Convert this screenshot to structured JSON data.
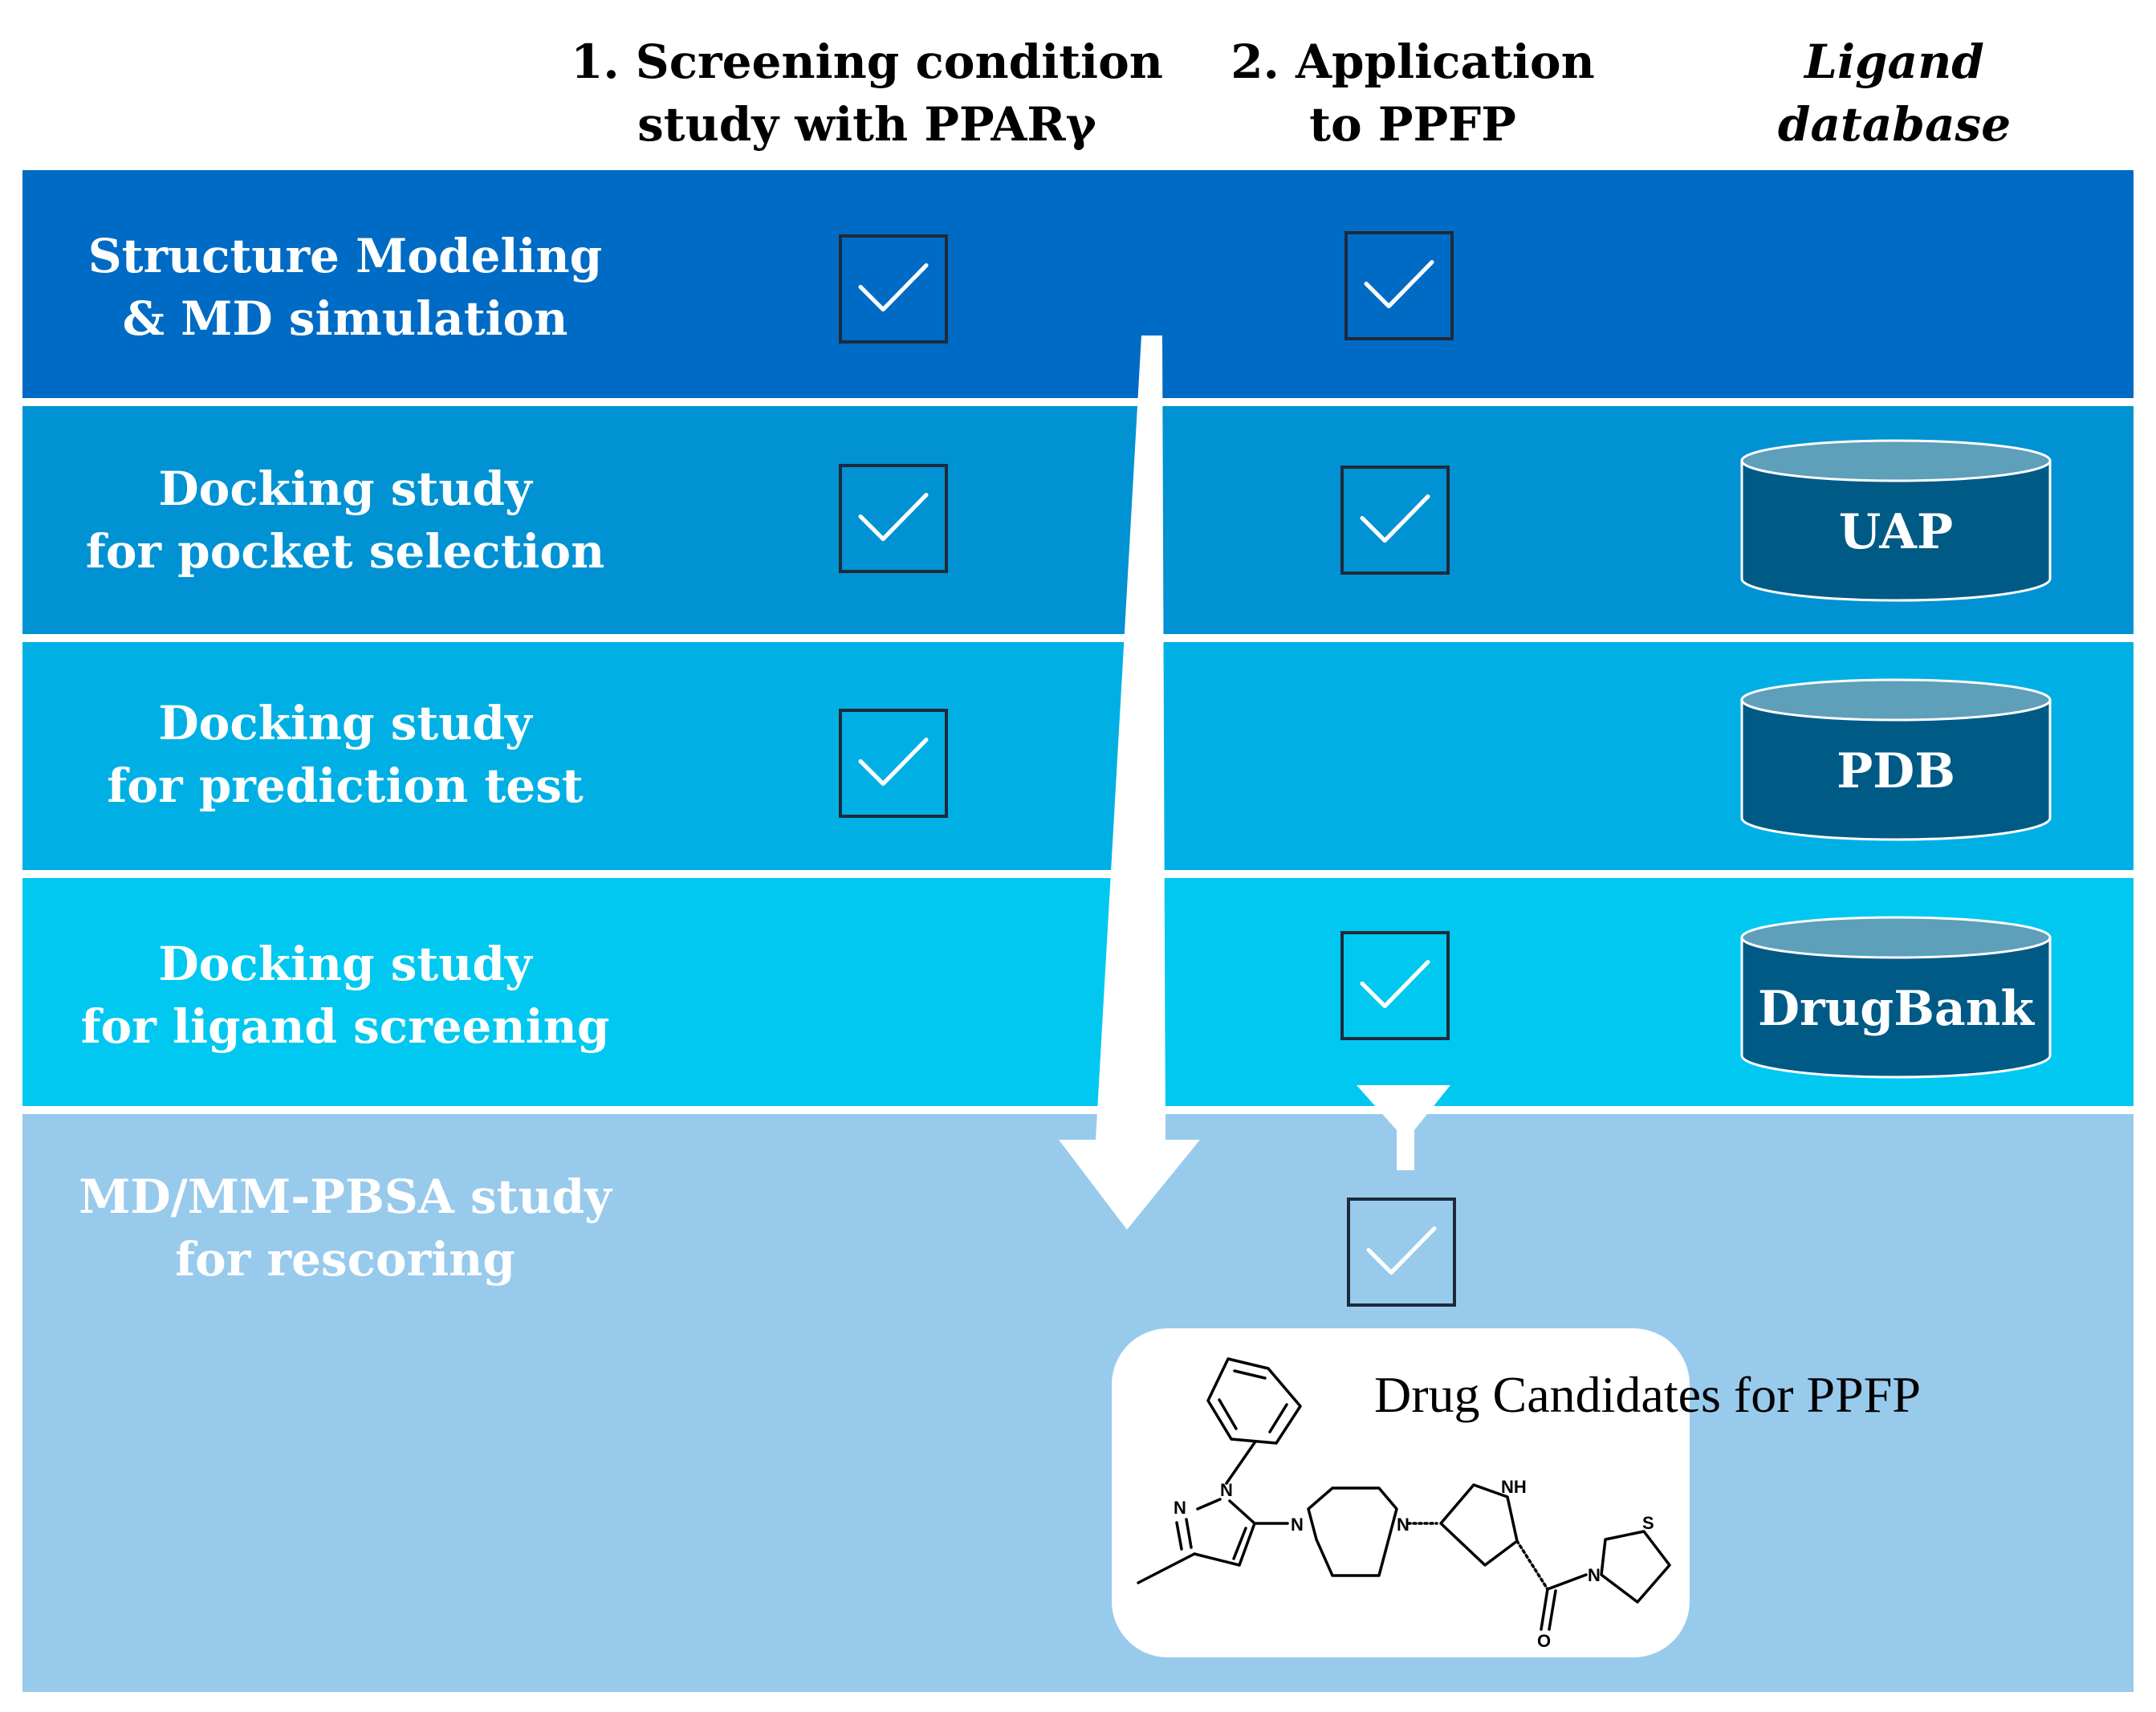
{
  "headers": {
    "col1": [
      "1. Screening condition",
      "study with PPARγ"
    ],
    "col2": [
      "2. Application",
      "to PPFP"
    ],
    "col3": [
      "Ligand",
      "database"
    ]
  },
  "rows": [
    {
      "label": [
        "Structure Modeling",
        "& MD simulation"
      ],
      "color": "#006bc4",
      "check_col1": true,
      "check_col2": true,
      "database": ""
    },
    {
      "label": [
        "Docking study",
        "for pocket selection"
      ],
      "color": "#0092d2",
      "check_col1": true,
      "check_col2": true,
      "database": "UAP"
    },
    {
      "label": [
        "Docking study",
        "for prediction test"
      ],
      "color": "#00b0e4",
      "check_col1": true,
      "check_col2": false,
      "database": "PDB"
    },
    {
      "label": [
        "Docking study",
        "for ligand screening"
      ],
      "color": "#00c8f0",
      "check_col1": false,
      "check_col2": true,
      "database": "DrugBank"
    },
    {
      "label": [
        "MD/MM-PBSA study",
        "for rescoring"
      ],
      "color": "#98caec",
      "check_col1": false,
      "check_col2": true,
      "database": ""
    }
  ],
  "candidate": {
    "title": "Drug Candidates for PPFP",
    "atoms": {
      "n1": "N",
      "n2": "N",
      "n3": "N",
      "n4": "N",
      "nh": "NH",
      "s": "S",
      "n5": "N",
      "o": "O"
    }
  },
  "colors": {
    "db_body": "#005a86",
    "db_top": "#5e9fba",
    "check_border": "#1e2a3a",
    "arrow": "#ffffff"
  }
}
